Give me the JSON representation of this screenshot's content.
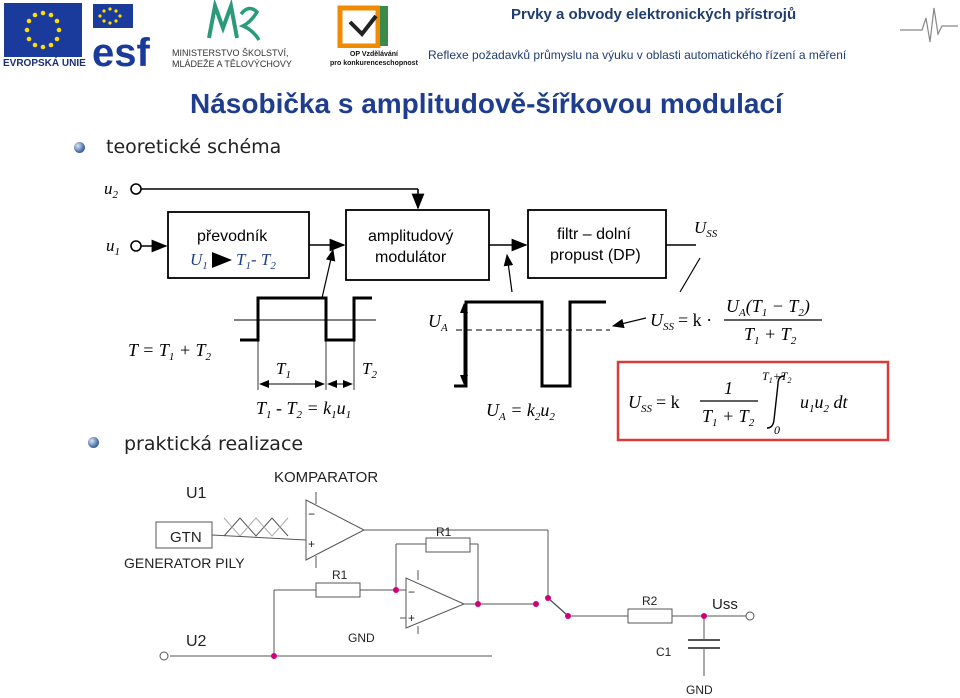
{
  "header": {
    "title": "Prvky a obvody elektronických přístrojů",
    "subtitle": "Reflexe požadavků průmyslu na výuku v oblasti automatického řízení a měření",
    "eu_label": "EVROPSKÁ UNIE",
    "esf_label": "esf",
    "msmt_label_1": "MINISTERSTVO ŠKOLSTVÍ,",
    "msmt_label_2": "MLÁDEŽE A TĚLOVÝCHOVY",
    "op_label_1": "OP Vzdělávání",
    "op_label_2": "pro konkurenceschopnost"
  },
  "title": "Násobička s amplitudově-šířkovou modulací",
  "bullets": {
    "theory": "teoretické schéma",
    "practice": "praktická realizace"
  },
  "theory": {
    "in_u2": "u",
    "in_u2_sub": "2",
    "in_u1": "u",
    "in_u1_sub": "1",
    "block1_l1": "převodník",
    "block1_l2a": "U",
    "block1_l2a_sub": "1",
    "block1_l2b": "T",
    "block1_l2b_sub": "1",
    "block1_l2c": "- T",
    "block1_l2c_sub": "2",
    "block2_l1": "amplitudový",
    "block2_l2": "modulátor",
    "block3_l1": "filtr – dolní",
    "block3_l2": "propust (DP)",
    "out_label": "U",
    "out_label_sub": "SS",
    "eq_T": "T = T",
    "eq_T_s1": "1",
    "eq_T_mid": " + T",
    "eq_T_s2": "2",
    "t1_label": "T",
    "t1_sub": "1",
    "t2_label": "T",
    "t2_sub": "2",
    "eq_tdiff": "T",
    "eq_tdiff_s1": "1",
    "eq_tdiff_mid": " - T",
    "eq_tdiff_s2": "2",
    "eq_tdiff_rhs": " = k",
    "eq_tdiff_rhs_s": "1",
    "eq_tdiff_u": "u",
    "eq_tdiff_u_s": "1",
    "ua_label": "U",
    "ua_sub": "A",
    "eq_ua": "U",
    "eq_ua_s": "A",
    "eq_ua_rhs": " = k",
    "eq_ua_rhs_s": "2",
    "eq_ua_u": "u",
    "eq_ua_u_s": "2",
    "eq_uss_lhs": "U",
    "eq_uss_lhs_s": "SS",
    "eq_uss_k": "= k ·",
    "eq_uss_num": "U",
    "eq_uss_num_s": "A",
    "eq_uss_num_rest": "(T",
    "eq_uss_num_s1": "1",
    "eq_uss_num_mid": " − T",
    "eq_uss_num_s2": "2",
    "eq_uss_num_end": ")",
    "eq_uss_den": "T",
    "eq_uss_den_s1": "1",
    "eq_uss_den_mid": " + T",
    "eq_uss_den_s2": "2",
    "box_lhs": "U",
    "box_lhs_s": "SS",
    "box_k": "= k",
    "box_num": "1",
    "box_den": "T",
    "box_den_s1": "1",
    "box_den_mid": " + T",
    "box_den_s2": "2",
    "box_upper": "T",
    "box_upper_s1": "1",
    "box_upper_mid": "+T",
    "box_upper_s2": "2",
    "box_lower": "0",
    "box_integrand": "u",
    "box_integrand_s1": "1",
    "box_integrand_u2": "u",
    "box_integrand_s2": "2",
    "box_dt": " dt"
  },
  "practice": {
    "u1": "U1",
    "comparator": "KOMPARATOR",
    "gtn": "GTN",
    "generator": "GENERATOR PILY",
    "r1_top": "R1",
    "r1_left": "R1",
    "r2": "R2",
    "uss": "Uss",
    "u2": "U2",
    "gnd1": "GND",
    "c1": "C1",
    "gnd2": "GND",
    "minus": "−",
    "plus": "+"
  },
  "colors": {
    "title_blue": "#1f3d8e",
    "header_blue": "#1f3d6e",
    "highlight_red": "#d93a3a",
    "node_magenta": "#d0007a"
  }
}
